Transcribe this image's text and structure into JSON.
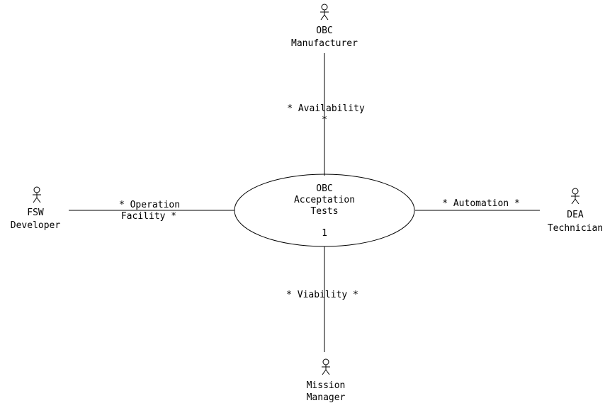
{
  "diagram": {
    "use_case": {
      "line1": "OBC",
      "line2": "Acceptation",
      "line3": "Tests",
      "multiplicity": "1"
    },
    "actors": {
      "top": {
        "line1": "OBC",
        "line2": "Manufacturer"
      },
      "left": {
        "line1": "FSW",
        "line2": "Developer"
      },
      "right": {
        "line1": "DEA",
        "line2": "Technician"
      },
      "bottom": {
        "line1": "Mission",
        "line2": "Manager"
      }
    },
    "associations": {
      "top": {
        "line1": "* Availability",
        "line2": "*"
      },
      "left": {
        "line1": "* Operation",
        "line2": "Facility *"
      },
      "right": {
        "label": "* Automation *"
      },
      "bottom": {
        "label": "* Viability *"
      }
    }
  }
}
